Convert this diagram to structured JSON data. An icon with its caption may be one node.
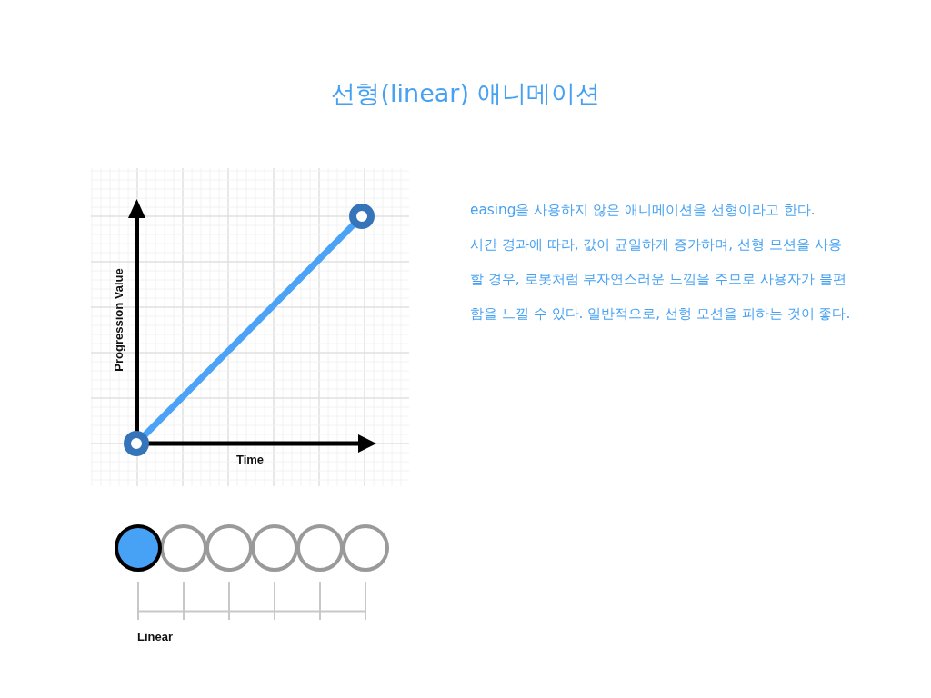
{
  "diagram": {
    "title": "선형(linear) 애니메이션",
    "nodes": [
      {
        "text": [],
        "shape": "circle"
      },
      {
        "text": [],
        "shape": "circle"
      }
    ],
    "edges": [
      {
        "from": 0,
        "to": 1,
        "arrow": "none"
      }
    ],
    "labels": [
      "easing을 사용하지 않은 애니메이션을 선형이라고 한다.",
      "시간 경과에 따라, 값이 균일하게 증가하며, 선형 모션을 사용할 경우, 로봇처럼 부자연스러운 느낌을 주므로 사용자가 불편함을 느낄 수 있다. 일반적으로, 선형 모션을 피하는 것이 좋다.",
      "Progression Value",
      "Time",
      "Linear"
    ]
  }
}
